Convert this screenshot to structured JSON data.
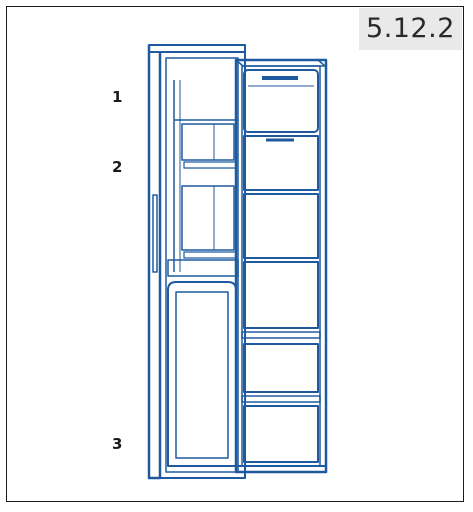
{
  "figure_number": "5.12.2",
  "callouts": {
    "label_1": "1",
    "label_2": "2",
    "label_3": "3"
  },
  "colors": {
    "line": "#1f5aa0",
    "frame": "#1a1a1a",
    "badge_bg": "#e9e9e9"
  }
}
